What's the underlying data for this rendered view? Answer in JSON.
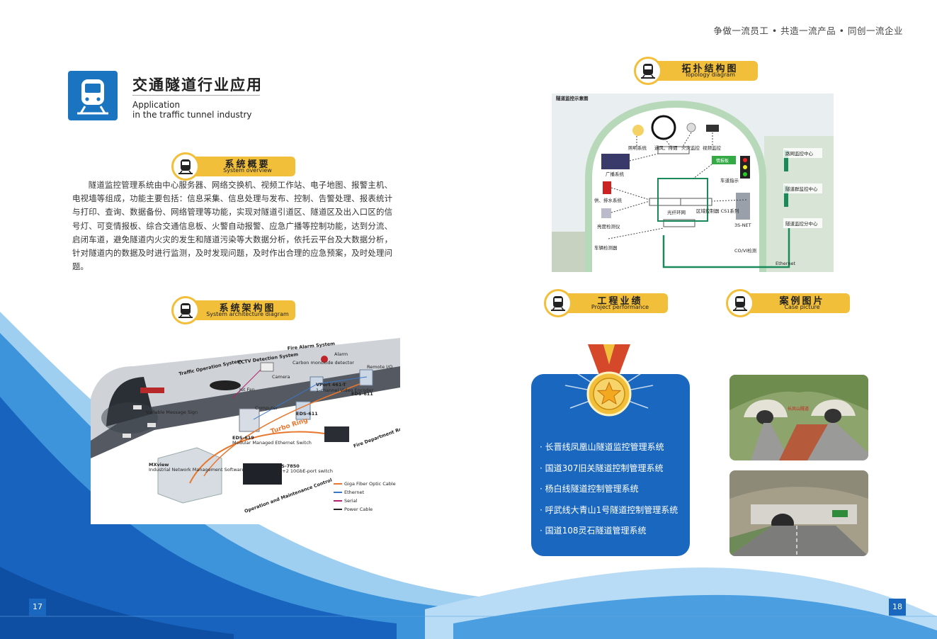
{
  "slogan": "争做一流员工 • 共造一流产品 • 同创一流企业",
  "header": {
    "title": "交通隧道行业应用",
    "en_line1": "Application",
    "en_line2": "in the traffic tunnel industry"
  },
  "sections": {
    "overview": {
      "cn": "系统概要",
      "en": "System overview"
    },
    "architecture": {
      "cn": "系统架构图",
      "en": "System architecture diagram"
    },
    "topology": {
      "cn": "拓扑结构图",
      "en": "Topology diagram"
    },
    "performance": {
      "cn": "工程业绩",
      "en": "Project performance"
    },
    "cases": {
      "cn": "案例图片",
      "en": "Case picture"
    }
  },
  "overview_text": "隧道监控管理系统由中心服务器、网络交换机、视频工作站、电子地图、报警主机、电视墙等组成，功能主要包括：信息采集、信息处理与发布、控制、告警处理、报表统计与打印、查询、数据备份、网络管理等功能，实现对隧道引道区、隧道区及出入口区的信号灯、可变情报板、综合交通信息板、火警自动报警、应急广播等控制功能，达到分流、启闭车道，避免隧道内火灾的发生和隧道污染等大数据分析，依托云平台及大数据分析，针对隧道内的数据及时进行监测，及时发现问题，及时作出合理的应急预案，及时处理问题。",
  "architecture_diagram": {
    "labels": {
      "traffic": "Traffic Operation System",
      "cctv": "CCTV Detection System",
      "fire": "Fire Alarm System",
      "alarm": "Alarm",
      "carbon": "Carbon monoxide detector",
      "camera": "Camera",
      "remote": "Remote I/O",
      "vport": "VPort 461-T",
      "vport_sub": "1-channel Video Encoder",
      "eds611a": "EDS-611",
      "eds611b": "EDS-611",
      "jetfan": "Jet Fan",
      "vms": "Variable Message Sign",
      "computer": "Computer",
      "turbo": "Turbo Ring",
      "eds619": "EDS-619",
      "eds619_sub": "Modular Managed Ethernet Switch",
      "firedept": "Fire Department Room",
      "mxview": "MXview",
      "mxview_sub": "Industrial Network Management Software",
      "ics": "ICS-7850",
      "ics_sub": "48+2 10GbE-port switch",
      "omc": "Operation and Maintenance Control"
    },
    "legend": [
      {
        "label": "Giga Fiber Optic Cable",
        "color": "#e8772e"
      },
      {
        "label": "Ethernet",
        "color": "#3a78c8"
      },
      {
        "label": "Serial",
        "color": "#b0226e"
      },
      {
        "label": "Power Cable",
        "color": "#222222"
      }
    ]
  },
  "topology_diagram": {
    "title": "隧道监控示意图",
    "labels": {
      "light": "照明系统",
      "vent": "通风、排烟",
      "fire": "火灾监控",
      "video": "视频监控",
      "broadcast": "广播系统",
      "board": "情报板",
      "lane": "车道指示",
      "water": "供、排水系统",
      "ring": "光纤环网",
      "controller": "区域控制器 CS1系列",
      "brightness": "亮度检测仪",
      "snet": "3S-NET",
      "vehicle": "车辆检测器",
      "covi": "CO/VI检测",
      "road_center": "路网监控中心",
      "group_center": "隧道群监控中心",
      "sub_center": "隧道监控分中心",
      "ethernet": "Ethernet"
    }
  },
  "projects": [
    "· 长晋线凤凰山隧道监控管理系统",
    "· 国道307旧关隧道控制管理系统",
    "· 杨白线隧道控制管理系统",
    "· 呼武线大青山1号隧道控制管理系统",
    "· 国道108灵石隧道管理系统"
  ],
  "photo1_sign": "长凤山隧道",
  "page_left": "17",
  "page_right": "18",
  "colors": {
    "brand_blue": "#1a67c0",
    "accent_gold": "#f2bf3b"
  }
}
